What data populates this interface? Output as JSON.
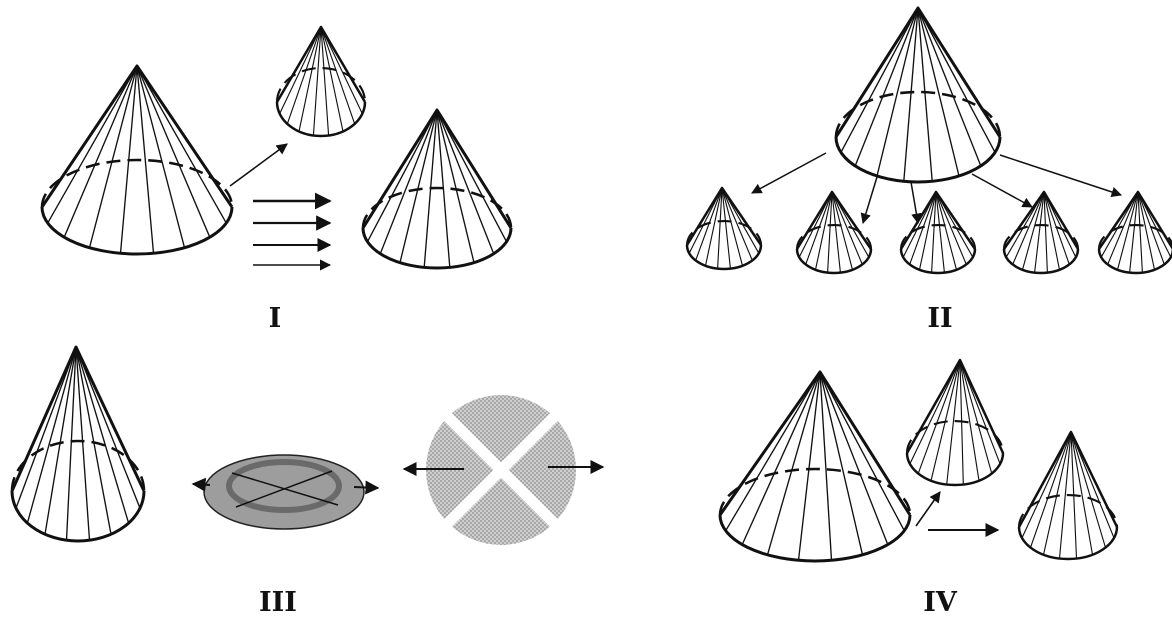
{
  "panels": [
    {
      "id": "I",
      "label": "I"
    },
    {
      "id": "II",
      "label": "II"
    },
    {
      "id": "III",
      "label": "III"
    },
    {
      "id": "IV",
      "label": "IV"
    }
  ],
  "colors": {
    "stroke": "#111111",
    "disc_fill": "#9a9a9a",
    "disc_ring": "#6a6a6a",
    "dotted_disc": "#bdbdbd"
  }
}
